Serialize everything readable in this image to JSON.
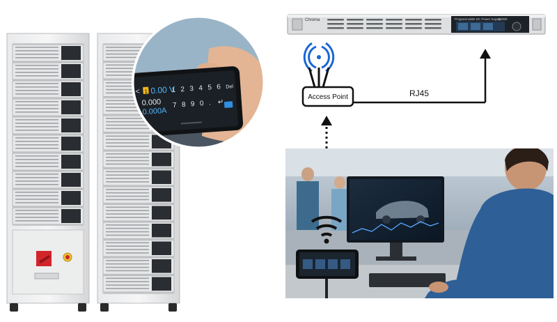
{
  "instrument": {
    "brand": "Chroma",
    "model_text": "Programmable DC Power Supply",
    "model_number": "62000"
  },
  "phone_display": {
    "voltage_setting": "0.00 V",
    "voltage_reading": "0.000",
    "current_reading": "0.000A",
    "channel_badge": "1",
    "keypad": [
      "1",
      "2",
      "3",
      "4",
      "5",
      "6",
      "Del",
      "7",
      "8",
      "9",
      "0",
      ".",
      "↵"
    ]
  },
  "network": {
    "access_point_label": "Access Point",
    "link_label": "RJ45"
  },
  "colors": {
    "accent_blue": "#1f6fd1",
    "wifi_blue": "#1a66d6",
    "estop_red": "#c8262c",
    "rack_gray": "#d9dadb"
  },
  "icons": [
    "wifi-icon",
    "router-icon",
    "arrow-up-icon",
    "emergency-stop-icon"
  ]
}
